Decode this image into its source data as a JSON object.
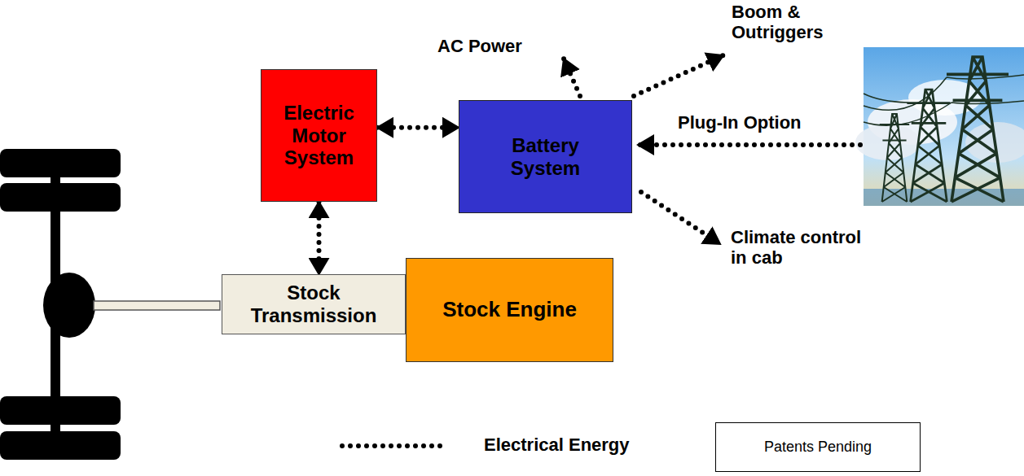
{
  "diagram": {
    "nodes": [
      {
        "text": [
          "Electric Motor System"
        ]
      },
      {
        "text": [
          "Battery System"
        ]
      },
      {
        "text": [
          "Stock Transmission"
        ]
      },
      {
        "text": [
          "Stock Engine"
        ]
      },
      {
        "text": [
          "Patents Pending"
        ]
      }
    ],
    "edges": [
      {
        "from": 0,
        "to": 1,
        "arrow": "both"
      },
      {
        "from": 0,
        "to": 2,
        "arrow": "both"
      }
    ],
    "labels": [
      "AC Power",
      "Boom & Outriggers",
      "Plug-In Option",
      "Climate control in cab"
    ],
    "legend": [
      {
        "text": "Electrical Energy"
      }
    ]
  }
}
